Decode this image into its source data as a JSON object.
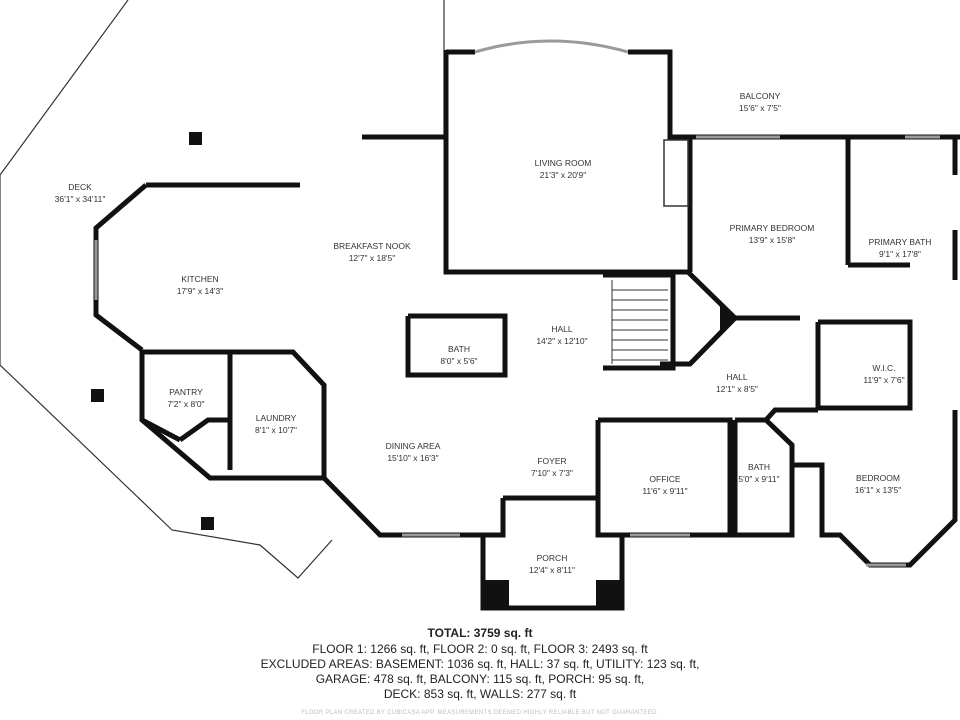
{
  "rooms": [
    {
      "name": "DECK",
      "dims": "36'1\" x 34'11\""
    },
    {
      "name": "KITCHEN",
      "dims": "17'9\" x 14'3\""
    },
    {
      "name": "BREAKFAST NOOK",
      "dims": "12'7\" x 18'5\""
    },
    {
      "name": "LIVING ROOM",
      "dims": "21'3\" x 20'9\""
    },
    {
      "name": "BALCONY",
      "dims": "15'6\" x 7'5\""
    },
    {
      "name": "PRIMARY BEDROOM",
      "dims": "13'9\" x 15'8\""
    },
    {
      "name": "PRIMARY BATH",
      "dims": "9'1\" x 17'8\""
    },
    {
      "name": "PANTRY",
      "dims": "7'2\" x 8'0\""
    },
    {
      "name": "LAUNDRY",
      "dims": "8'1\" x 10'7\""
    },
    {
      "name": "BATH",
      "dims": "8'0\" x 5'6\""
    },
    {
      "name": "HALL",
      "dims": "14'2\" x 12'10\""
    },
    {
      "name": "HALL",
      "dims": "12'1\" x 8'5\""
    },
    {
      "name": "W.I.C.",
      "dims": "11'9\" x 7'6\""
    },
    {
      "name": "DINING AREA",
      "dims": "15'10\" x 16'3\""
    },
    {
      "name": "FOYER",
      "dims": "7'10\" x 7'3\""
    },
    {
      "name": "OFFICE",
      "dims": "11'6\" x 9'11\""
    },
    {
      "name": "BATH",
      "dims": "5'0\" x 9'11\""
    },
    {
      "name": "BEDROOM",
      "dims": "16'1\" x 13'5\""
    },
    {
      "name": "PORCH",
      "dims": "12'4\" x 8'11\""
    }
  ],
  "summary": {
    "total": "TOTAL: 3759 sq. ft",
    "lines": [
      "FLOOR 1: 1266 sq. ft, FLOOR 2: 0 sq. ft, FLOOR 3: 2493 sq. ft",
      "EXCLUDED AREAS: BASEMENT: 1036 sq. ft, HALL: 37 sq. ft, UTILITY: 123 sq. ft,",
      "GARAGE: 478 sq. ft, BALCONY: 115 sq. ft, PORCH: 95 sq. ft,",
      "DECK: 853 sq. ft, WALLS: 277 sq. ft"
    ],
    "credit": "FLOOR PLAN CREATED BY CUBICASA APP. MEASUREMENTS DEEMED HIGHLY RELIABLE BUT NOT GUARANTEED."
  },
  "colors": {
    "wall": "#111111",
    "thin_line": "#333333",
    "window": "#9a9a9a"
  }
}
